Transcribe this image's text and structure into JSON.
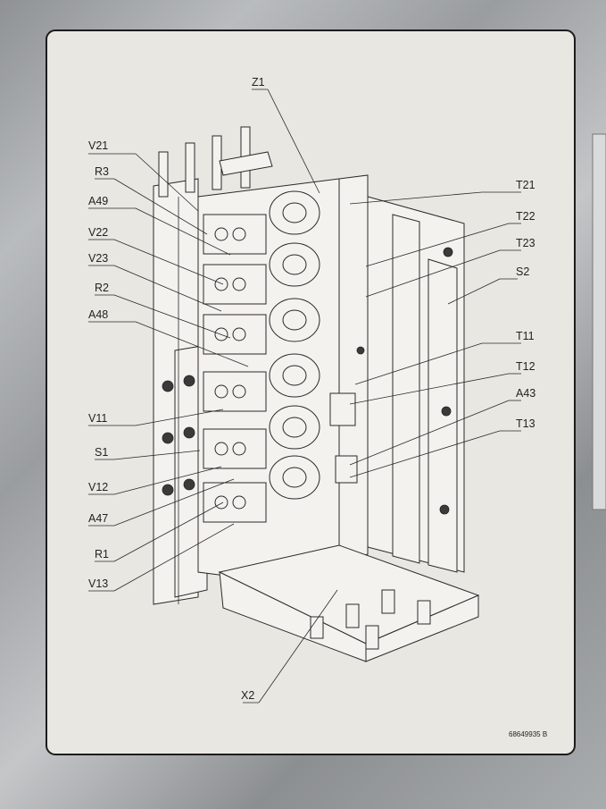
{
  "left_labels": [
    {
      "id": "v21",
      "text": "V21"
    },
    {
      "id": "r3",
      "text": "R3"
    },
    {
      "id": "a49",
      "text": "A49"
    },
    {
      "id": "v22",
      "text": "V22"
    },
    {
      "id": "v23",
      "text": "V23"
    },
    {
      "id": "r2",
      "text": "R2"
    },
    {
      "id": "a48",
      "text": "A48"
    },
    {
      "id": "v11",
      "text": "V11"
    },
    {
      "id": "s1",
      "text": "S1"
    },
    {
      "id": "v12",
      "text": "V12"
    },
    {
      "id": "a47",
      "text": "A47"
    },
    {
      "id": "r1",
      "text": "R1"
    },
    {
      "id": "v13",
      "text": "V13"
    }
  ],
  "right_labels": [
    {
      "id": "t21",
      "text": "T21"
    },
    {
      "id": "t22",
      "text": "T22"
    },
    {
      "id": "t23",
      "text": "T23"
    },
    {
      "id": "s2",
      "text": "S2"
    },
    {
      "id": "t11",
      "text": "T11"
    },
    {
      "id": "t12",
      "text": "T12"
    },
    {
      "id": "a43",
      "text": "A43"
    },
    {
      "id": "t13",
      "text": "T13"
    }
  ],
  "top_label": {
    "id": "z1",
    "text": "Z1"
  },
  "bottom_label": {
    "id": "x2",
    "text": "X2"
  },
  "doc_number": "68649935 B"
}
